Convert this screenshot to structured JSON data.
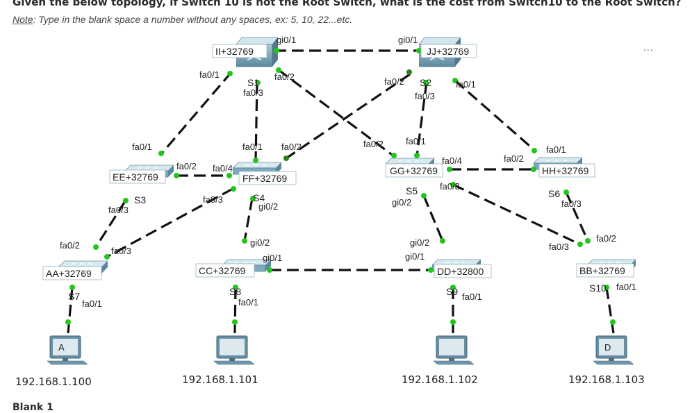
{
  "question": {
    "title": "Given the below topology, if Switch 10 is not the Root Switch, what is the cost from Switch10 to the Root Switch?",
    "note_label": "Note",
    "note_text": ": Type in the blank space a number without any spaces, ex: 5, 10, 22...etc."
  },
  "more_label": "...",
  "blank_label": "Blank 1",
  "switches": [
    {
      "id": "S1",
      "name": "II+32769",
      "tag": "S1"
    },
    {
      "id": "S2",
      "name": "JJ+32769",
      "tag": "S2"
    },
    {
      "id": "S3",
      "name": "EE+32769",
      "tag": "S3"
    },
    {
      "id": "S4",
      "name": "FF+32769",
      "tag": "S4"
    },
    {
      "id": "S5",
      "name": "GG+32769",
      "tag": "S5"
    },
    {
      "id": "S6",
      "name": "HH+32769",
      "tag": "S6"
    },
    {
      "id": "S7",
      "name": "AA+32769",
      "tag": "S7"
    },
    {
      "id": "S8",
      "name": "CC+32769",
      "tag": "S8"
    },
    {
      "id": "S9",
      "name": "DD+32800",
      "tag": "S9"
    },
    {
      "id": "S10",
      "name": "BB+32769",
      "tag": "S10"
    }
  ],
  "pcs": [
    {
      "label": "A",
      "ip": "192.168.1.100"
    },
    {
      "label": "",
      "ip": "192.168.1.101"
    },
    {
      "label": "",
      "ip": "192.168.1.102"
    },
    {
      "label": "D",
      "ip": "192.168.1.103"
    }
  ],
  "ports": {
    "p1": "gi0/1",
    "p2": "fa0/1",
    "p3": "fa0/2",
    "p4": "fa0/3",
    "p5": "gi0/1",
    "p6": "fa0/2",
    "p7": "fa0/1",
    "p8": "fa0/3",
    "p9": "fa0/1",
    "p10": "fa0/2",
    "p11": "fa0/3",
    "p12": "fa0/1",
    "p13": "fa0/2",
    "p14": "fa0/4",
    "p15": "fa0/3",
    "p16": "gi0/2",
    "p17": "gi0/2",
    "p18": "fa0/2",
    "p19": "fa0/1",
    "p20": "fa0/4",
    "p21": "fa0/3",
    "p22": "gi0/2",
    "p23": "fa0/2",
    "p24": "fa0/1",
    "p25": "fa0/3",
    "p26": "fa0/2",
    "p27": "fa0/3",
    "p28": "fa0/1",
    "p29": "gi0/1",
    "p30": "fa0/1",
    "p31": "gi0/2",
    "p32": "gi0/1",
    "p33": "fa0/1",
    "p34": "fa0/3",
    "p35": "fa0/2",
    "p36": "fa0/1"
  },
  "colors": {
    "link": "#111111",
    "port_up": "#22c51b",
    "port_block": "#2e7d1a",
    "switch": "#8ab6c9"
  }
}
